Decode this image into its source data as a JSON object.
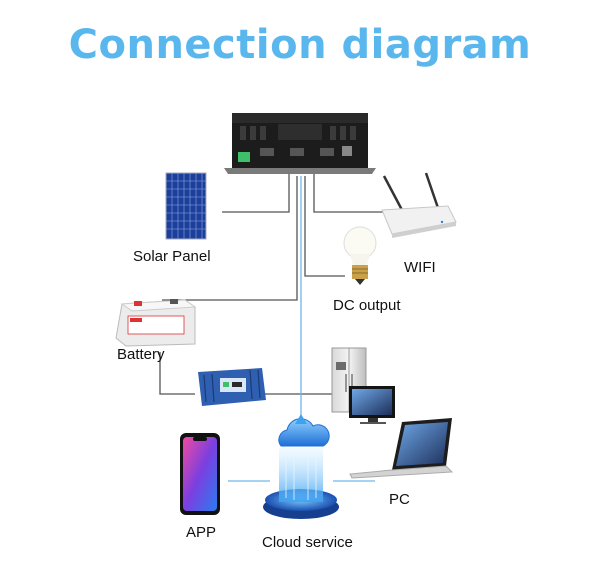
{
  "title": "Connection diagram",
  "labels": {
    "solar_panel": "Solar Panel",
    "wifi": "WIFI",
    "dc_output": "DC output",
    "battery": "Battery",
    "app": "APP",
    "cloud_service": "Cloud service",
    "pc": "PC"
  },
  "colors": {
    "title": "#5ab7ee",
    "wire": "#555555",
    "data_link": "#6fb6ea",
    "inverter_body": "#1c1c1c",
    "solar_panel": "#1d3f9c",
    "cloud": "#2f8fe6"
  },
  "icons": [
    "inverter-icon",
    "solar-panel-icon",
    "wifi-router-icon",
    "light-bulb-icon",
    "battery-icon",
    "power-inverter-icon",
    "refrigerator-icon",
    "monitor-icon",
    "smartphone-icon",
    "cloud-service-icon",
    "laptop-icon"
  ]
}
